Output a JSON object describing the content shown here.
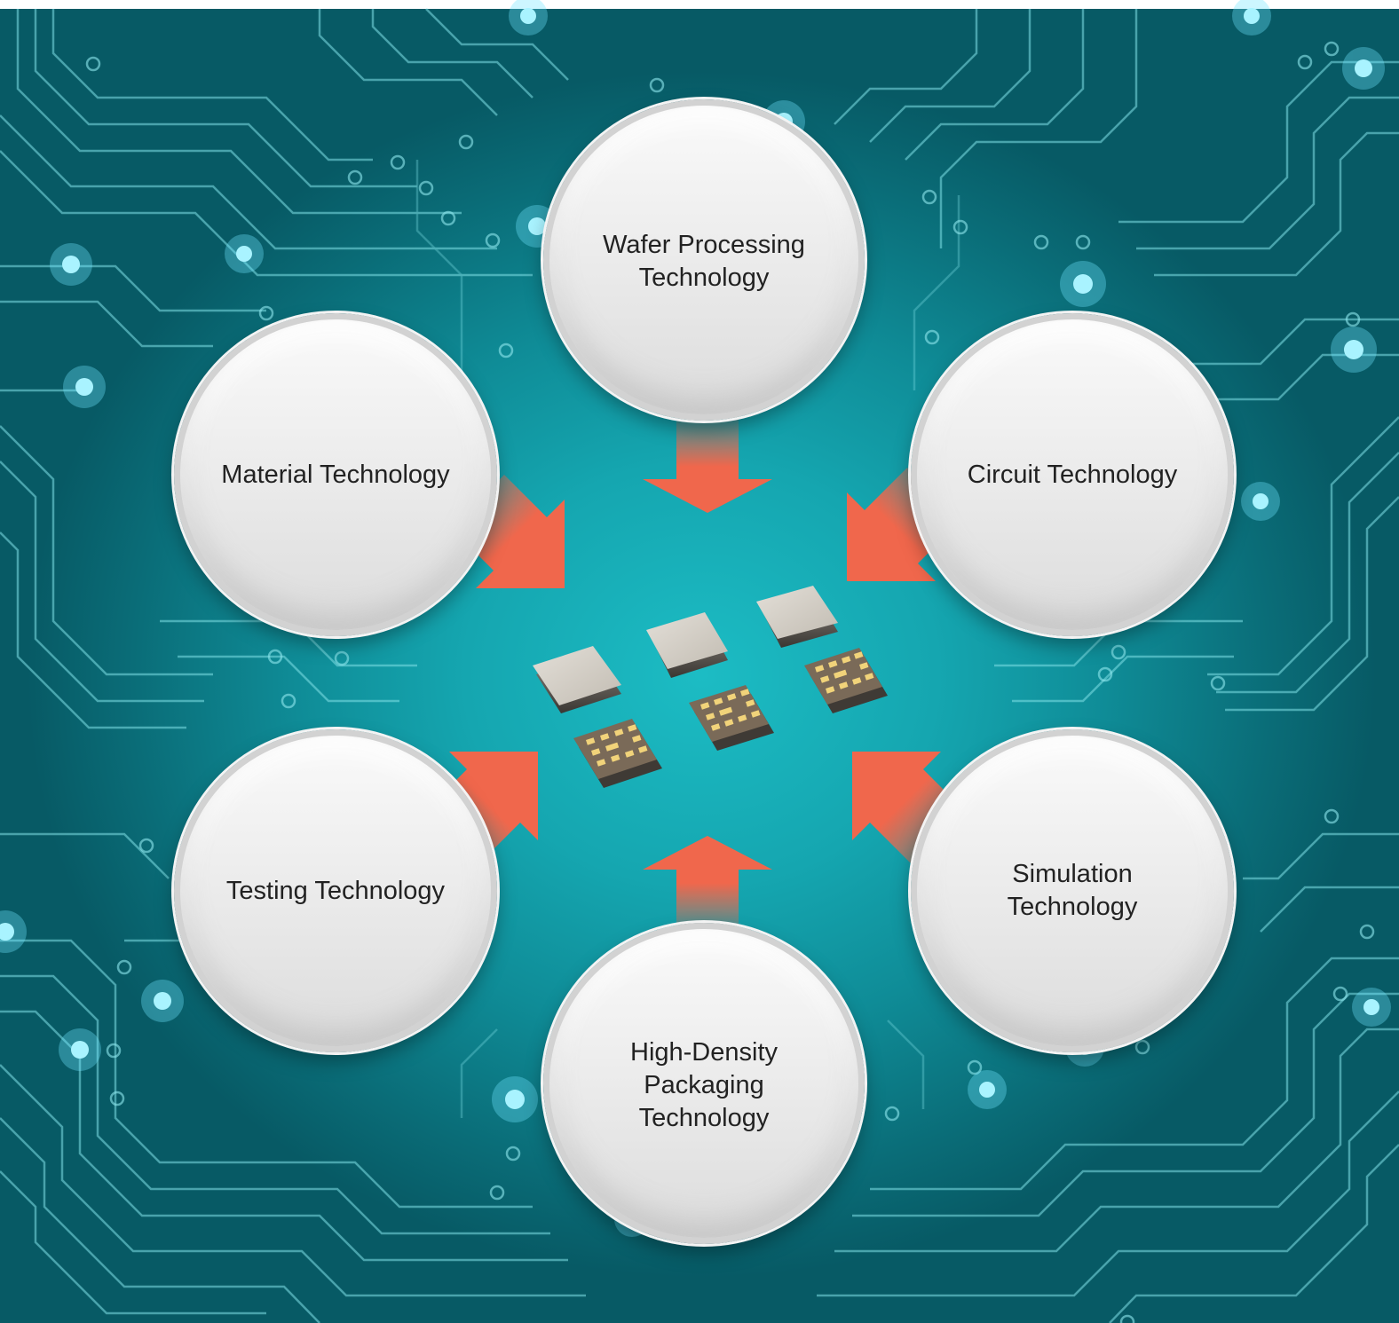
{
  "diagram": {
    "nodes": [
      {
        "id": "wafer",
        "label": "Wafer Processing\nTechnology"
      },
      {
        "id": "material",
        "label": "Material Technology"
      },
      {
        "id": "circuit",
        "label": "Circuit Technology"
      },
      {
        "id": "testing",
        "label": "Testing Technology"
      },
      {
        "id": "simulation",
        "label": "Simulation\nTechnology"
      },
      {
        "id": "packaging",
        "label": "High-Density\nPackaging\nTechnology"
      }
    ],
    "center": {
      "id": "components",
      "depicts": "chip-components-illustration"
    },
    "edges": [
      {
        "from": "wafer",
        "to": "components"
      },
      {
        "from": "material",
        "to": "components"
      },
      {
        "from": "circuit",
        "to": "components"
      },
      {
        "from": "testing",
        "to": "components"
      },
      {
        "from": "simulation",
        "to": "components"
      },
      {
        "from": "packaging",
        "to": "components"
      }
    ]
  },
  "colors": {
    "arrow": "#f0674c",
    "background": "#14a8b2",
    "trace": "#7fe0e6",
    "circle": "#e6e6e6"
  }
}
